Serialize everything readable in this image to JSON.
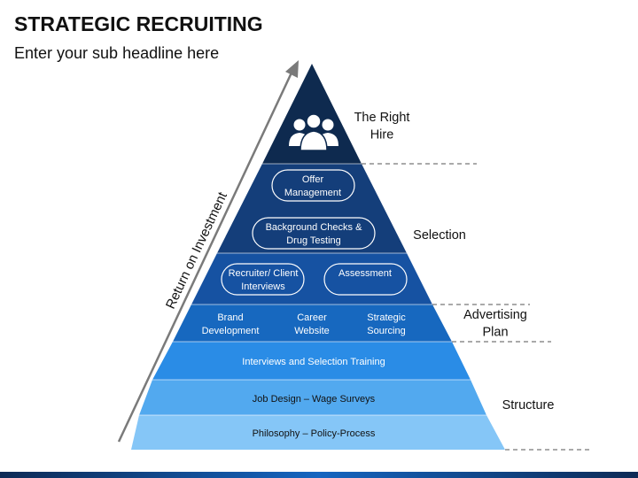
{
  "header": {
    "title": "STRATEGIC RECRUITING",
    "subtitle": "Enter your sub headline here"
  },
  "arrow_label": "Return on Investment",
  "icon": "people-group-icon",
  "pyramid": {
    "top": {
      "pills": []
    },
    "selection": {
      "pills": [
        "Offer|Management",
        "Background Checks &|Drug Testing",
        "Recruiter/ Client|Interviews",
        "Assessment"
      ]
    },
    "advertising": {
      "items": [
        "Brand|Development",
        "Career|Website",
        "Strategic|Sourcing"
      ]
    },
    "structure": {
      "rows": [
        "Interviews and Selection Training",
        "Job Design – Wage Surveys",
        "Philosophy – Policy-Process"
      ]
    }
  },
  "side_labels": {
    "right_hire": "The Right|Hire",
    "selection": "Selection",
    "advertising": "Advertising|Plan",
    "structure": "Structure"
  },
  "colors": {
    "tier_top": "#0e2a4f",
    "tier_selection": "#143e7a",
    "tier_selection2": "#1652a2",
    "tier_advertising": "#1768bf",
    "tier_structure1": "#2a8ce6",
    "tier_structure2": "#52a9ef",
    "tier_structure3": "#85c6f7"
  }
}
